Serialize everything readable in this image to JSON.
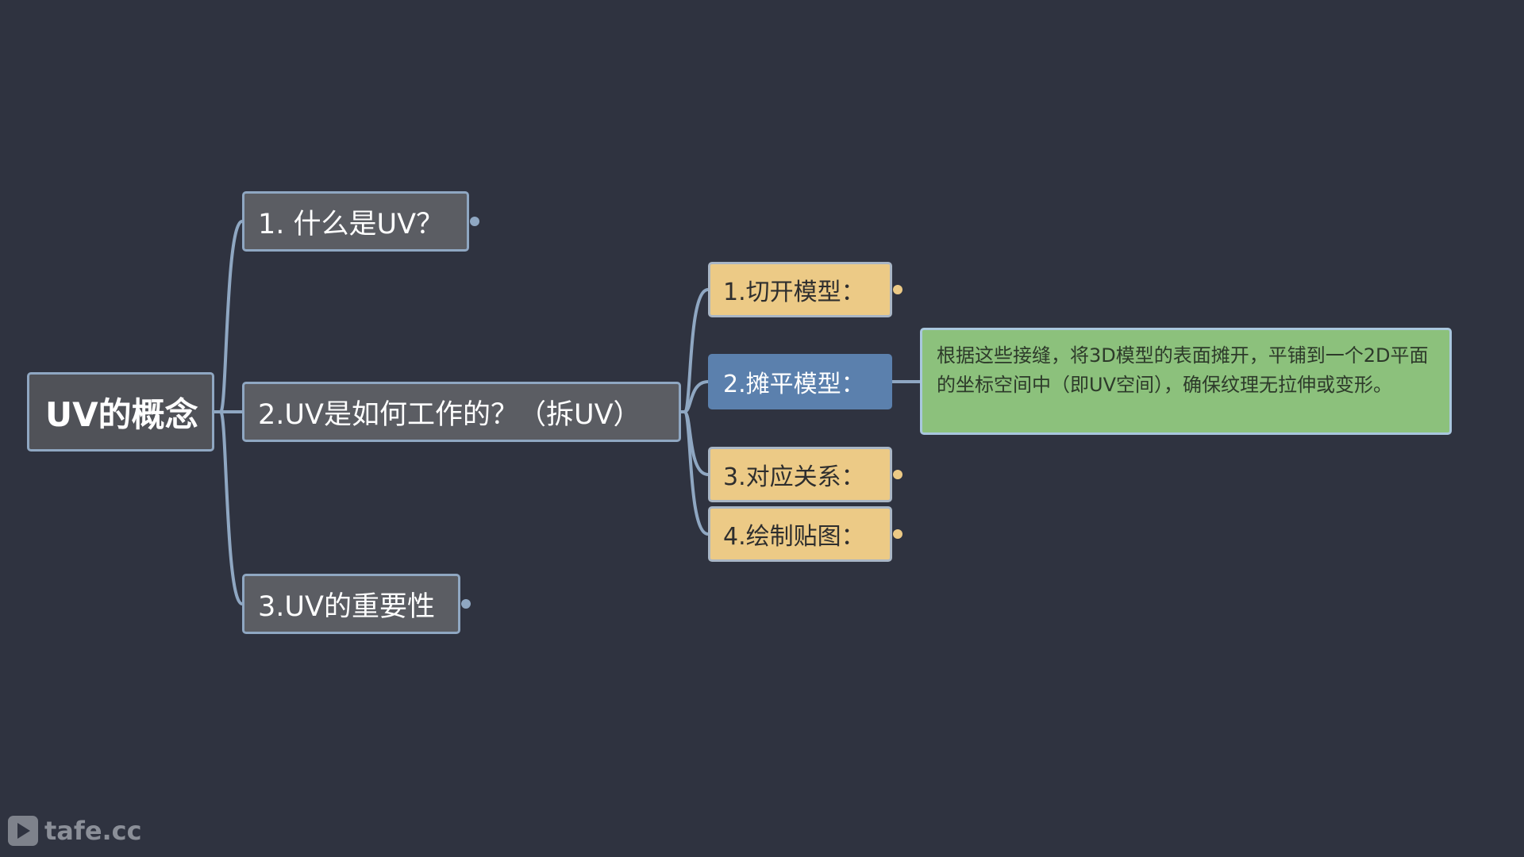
{
  "diagram": {
    "root": {
      "label": "UV的概念"
    },
    "branches": [
      {
        "label": "1. 什么是UV？"
      },
      {
        "label": "2.UV是如何工作的？（拆UV）",
        "children": [
          {
            "label": "1.切开模型："
          },
          {
            "label": "2.摊平模型：",
            "note": "根据这些接缝，将3D模型的表面摊开，平铺到一个2D平面的坐标空间中（即UV空间），确保纹理无拉伸或变形。"
          },
          {
            "label": "3.对应关系："
          },
          {
            "label": "4.绘制贴图："
          }
        ]
      },
      {
        "label": "3.UV的重要性"
      }
    ]
  },
  "watermark": {
    "text": "tafe.cc"
  },
  "colors": {
    "background": "#2f3340",
    "connector": "#8fa7c2",
    "root_fill": "#505258",
    "branch_fill": "#5b5d63",
    "subtopic_fill": "#ecca86",
    "selected_fill": "#5b80ad",
    "note_fill": "#8cc17c"
  }
}
